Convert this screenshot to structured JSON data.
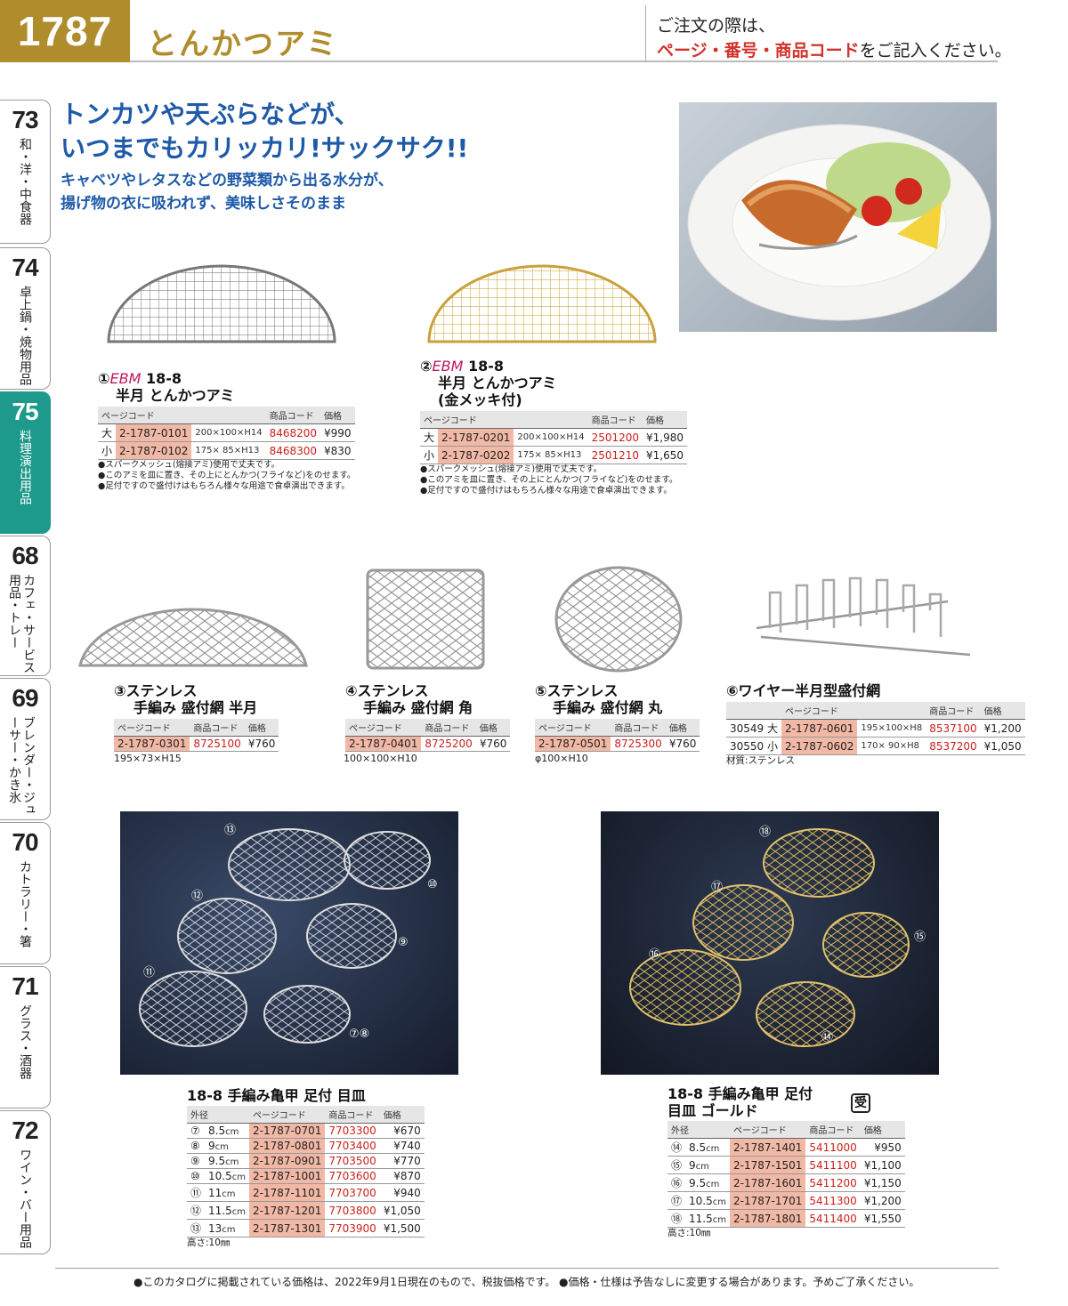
{
  "header": {
    "page_number": "1787",
    "title": "とんかつアミ",
    "note_line1": "ご注文の際は、",
    "note_line2_red": "ページ・番号・商品コード",
    "note_line2_rest": "をご記入ください。"
  },
  "tabs": [
    {
      "num": "73",
      "label": "和・洋・中食器"
    },
    {
      "num": "74",
      "label": "卓上鍋・焼物用品"
    },
    {
      "num": "75",
      "label": "料理演出用品"
    },
    {
      "num": "68",
      "label": "カフェ・サービス用品・トレー"
    },
    {
      "num": "69",
      "label": "ブレンダー・ジューサー・かき氷"
    },
    {
      "num": "70",
      "label": "カトラリー・箸"
    },
    {
      "num": "71",
      "label": "グラス・酒器"
    },
    {
      "num": "72",
      "label": "ワイン・バー用品"
    }
  ],
  "headline": {
    "line1": "トンカツや天ぷらなどが、",
    "line2": "いつまでもカリッカリ!サックサク!!",
    "sub1": "キャベツやレタスなどの野菜類から出る水分が、",
    "sub2": "揚げ物の衣に吸われず、美味しさそのまま"
  },
  "table_headers": {
    "page_code": "ページコード",
    "item_code": "商品コード",
    "price": "価格",
    "diameter": "外径"
  },
  "p1": {
    "num": "①",
    "brand": "EBM",
    "grade": " 18-8",
    "name": "半月 とんかつアミ",
    "rows": [
      {
        "sz": "大",
        "code": "2-1787-0101",
        "dim": "200×100×H14",
        "jan": "8468200",
        "price": "¥990"
      },
      {
        "sz": "小",
        "code": "2-1787-0102",
        "dim": "175× 85×H13",
        "jan": "8468300",
        "price": "¥830"
      }
    ],
    "notes": [
      "●スパークメッシュ(熔接アミ)使用で丈夫です。",
      "●このアミを皿に置き、その上にとんかつ(フライなど)をのせます。",
      "●足付ですので盛付けはもちろん様々な用途で食卓演出できます。"
    ]
  },
  "p2": {
    "num": "②",
    "brand": "EBM",
    "grade": " 18-8",
    "name": "半月 とんかつアミ",
    "name2": "(金メッキ付)",
    "rows": [
      {
        "sz": "大",
        "code": "2-1787-0201",
        "dim": "200×100×H14",
        "jan": "2501200",
        "price": "¥1,980"
      },
      {
        "sz": "小",
        "code": "2-1787-0202",
        "dim": "175× 85×H13",
        "jan": "2501210",
        "price": "¥1,650"
      }
    ],
    "notes": [
      "●スパークメッシュ(熔接アミ)使用で丈夫です。",
      "●このアミを皿に置き、その上にとんかつ(フライなど)をのせます。",
      "●足付ですので盛付けはもちろん様々な用途で食卓演出できます。"
    ]
  },
  "p3": {
    "num": "③",
    "name1": "ステンレス",
    "name2": "手編み 盛付網 半月",
    "code": "2-1787-0301",
    "jan": "8725100",
    "price": "¥760",
    "dim": "195×73×H15"
  },
  "p4": {
    "num": "④",
    "name1": "ステンレス",
    "name2": "手編み 盛付網 角",
    "code": "2-1787-0401",
    "jan": "8725200",
    "price": "¥760",
    "dim": "100×100×H10"
  },
  "p5": {
    "num": "⑤",
    "name1": "ステンレス",
    "name2": "手編み 盛付網 丸",
    "code": "2-1787-0501",
    "jan": "8725300",
    "price": "¥760",
    "dim": "φ100×H10"
  },
  "p6": {
    "num": "⑥",
    "name": "ワイヤー半月型盛付網",
    "rows": [
      {
        "model": "30549 大",
        "code": "2-1787-0601",
        "dim": "195×100×H8",
        "jan": "8537100",
        "price": "¥1,200"
      },
      {
        "model": "30550 小",
        "code": "2-1787-0602",
        "dim": "170× 90×H8",
        "jan": "8537200",
        "price": "¥1,050"
      }
    ],
    "note": "材質:ステンレス"
  },
  "silver": {
    "title": "18-8 手編み亀甲 足付 目皿",
    "rows": [
      {
        "n": "⑦",
        "d": "8.5",
        "code": "2-1787-0701",
        "jan": "7703300",
        "price": "¥670"
      },
      {
        "n": "⑧",
        "d": "9",
        "code": "2-1787-0801",
        "jan": "7703400",
        "price": "¥740"
      },
      {
        "n": "⑨",
        "d": "9.5",
        "code": "2-1787-0901",
        "jan": "7703500",
        "price": "¥770"
      },
      {
        "n": "⑩",
        "d": "10.5",
        "code": "2-1787-1001",
        "jan": "7703600",
        "price": "¥870"
      },
      {
        "n": "⑪",
        "d": "11",
        "code": "2-1787-1101",
        "jan": "7703700",
        "price": "¥940"
      },
      {
        "n": "⑫",
        "d": "11.5",
        "code": "2-1787-1201",
        "jan": "7703800",
        "price": "¥1,050"
      },
      {
        "n": "⑬",
        "d": "13",
        "code": "2-1787-1301",
        "jan": "7703900",
        "price": "¥1,500"
      }
    ],
    "unit": "cm",
    "note": "高さ:10㎜",
    "photo_labels": [
      "⑬",
      "⑩",
      "⑫",
      "⑨",
      "⑪",
      "⑦⑧"
    ]
  },
  "gold": {
    "title1": "18-8 手編み亀甲 足付",
    "title2": "目皿 ゴールド",
    "badge": "受",
    "rows": [
      {
        "n": "⑭",
        "d": "8.5",
        "code": "2-1787-1401",
        "jan": "5411000",
        "price": "¥950"
      },
      {
        "n": "⑮",
        "d": "9",
        "code": "2-1787-1501",
        "jan": "5411100",
        "price": "¥1,100"
      },
      {
        "n": "⑯",
        "d": "9.5",
        "code": "2-1787-1601",
        "jan": "5411200",
        "price": "¥1,150"
      },
      {
        "n": "⑰",
        "d": "10.5",
        "code": "2-1787-1701",
        "jan": "5411300",
        "price": "¥1,200"
      },
      {
        "n": "⑱",
        "d": "11.5",
        "code": "2-1787-1801",
        "jan": "5411400",
        "price": "¥1,550"
      }
    ],
    "unit": "cm",
    "note": "高さ:10㎜",
    "photo_labels": [
      "⑱",
      "⑰",
      "⑮",
      "⑯",
      "⑭"
    ]
  },
  "footer": "●このカタログに掲載されている価格は、2022年9月1日現在のもので、税抜価格です。 ●価格・仕様は予告なしに変更する場合があります。予めご了承ください。",
  "colors": {
    "gold": "#b08d2c",
    "teal": "#1d9a8c",
    "blue": "#1e5aa8",
    "red": "#d2332b",
    "code_bg": "#f1b8a5"
  }
}
